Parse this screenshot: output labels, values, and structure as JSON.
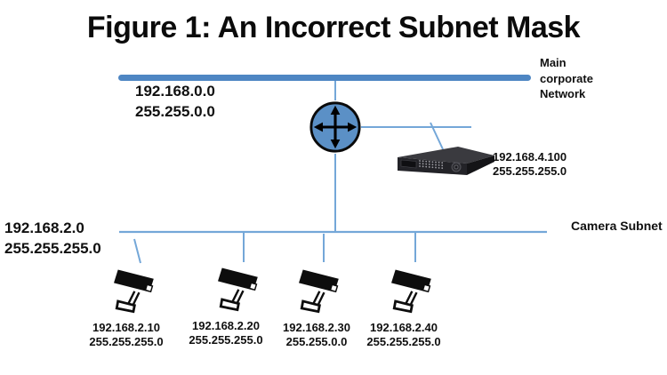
{
  "title": "Figure 1: An Incorrect Subnet Mask",
  "main_network": {
    "ip": "192.168.0.0",
    "mask": "255.255.0.0",
    "label_lines": [
      "Main",
      "corporate",
      "Network"
    ]
  },
  "server": {
    "ip": "192.168.4.100",
    "mask": "255.255.255.0"
  },
  "camera_subnet": {
    "ip": "192.168.2.0",
    "mask": "255.255.255.0",
    "label": "Camera Subnet",
    "cameras": [
      {
        "ip": "192.168.2.10",
        "mask": "255.255.255.0"
      },
      {
        "ip": "192.168.2.20",
        "mask": "255.255.255.0"
      },
      {
        "ip": "192.168.2.30",
        "mask": "255.255.0.0"
      },
      {
        "ip": "192.168.2.40",
        "mask": "255.255.255.0"
      }
    ]
  },
  "icons": [
    "router-icon",
    "server-icon",
    "camera-icon"
  ],
  "colors": {
    "bar": "#4e86c3",
    "line": "#74a7d8",
    "router_fill": "#5b90c6",
    "text": "#101010",
    "background": "#ffffff"
  }
}
